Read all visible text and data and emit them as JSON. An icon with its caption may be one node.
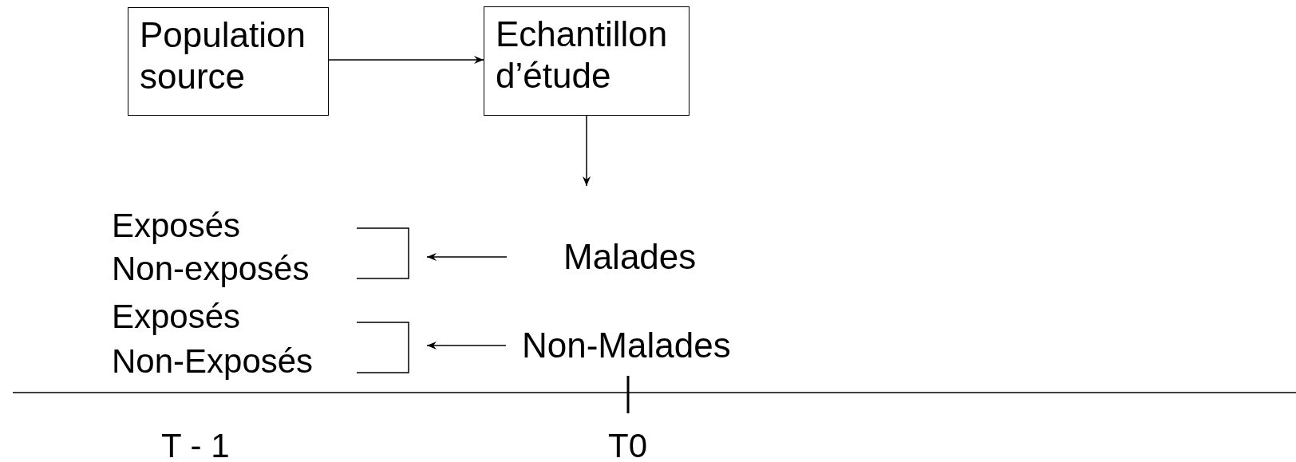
{
  "diagram": {
    "nodes": [
      {
        "text": [
          "Population source"
        ]
      },
      {
        "text": [
          "Echantillon d’étude"
        ]
      },
      {
        "text": [],
        "shape": "bracket"
      },
      {
        "text": [
          "Malades"
        ]
      },
      {
        "text": [],
        "shape": "bracket"
      },
      {
        "text": [
          "Non-Malades"
        ]
      }
    ],
    "edges": [
      {
        "from": 0,
        "to": 1,
        "arrow": "to"
      },
      {
        "from": 1,
        "to": null,
        "arrow": "to"
      },
      {
        "from": 3,
        "to": 2,
        "arrow": "to"
      },
      {
        "from": 5,
        "to": 4,
        "arrow": "to"
      }
    ],
    "labels": [
      "Exposés",
      "Non-exposés",
      "Exposés",
      "Non-Exposés",
      "T - 1",
      "T0"
    ]
  }
}
